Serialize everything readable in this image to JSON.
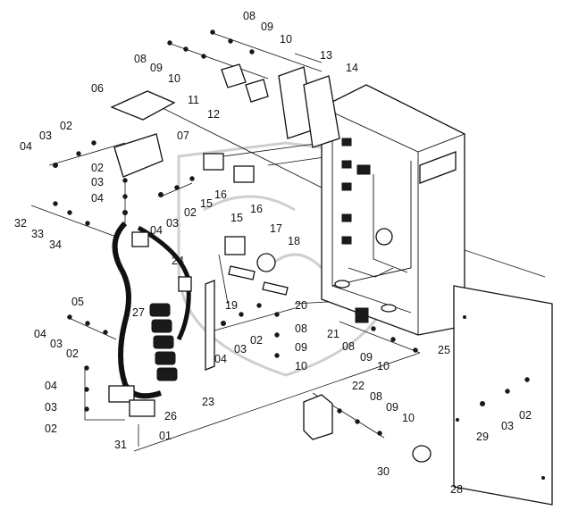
{
  "diagram": {
    "callouts": [
      {
        "id": "c08a",
        "text": "08"
      },
      {
        "id": "c09a",
        "text": "09"
      },
      {
        "id": "c10a",
        "text": "10"
      },
      {
        "id": "c13",
        "text": "13"
      },
      {
        "id": "c14",
        "text": "14"
      },
      {
        "id": "c08b",
        "text": "08"
      },
      {
        "id": "c09b",
        "text": "09"
      },
      {
        "id": "c10b",
        "text": "10"
      },
      {
        "id": "c11",
        "text": "11"
      },
      {
        "id": "c12",
        "text": "12"
      },
      {
        "id": "c06",
        "text": "06"
      },
      {
        "id": "c02a",
        "text": "02"
      },
      {
        "id": "c03a",
        "text": "03"
      },
      {
        "id": "c04a",
        "text": "04"
      },
      {
        "id": "c07",
        "text": "07"
      },
      {
        "id": "c02b",
        "text": "02"
      },
      {
        "id": "c03b",
        "text": "03"
      },
      {
        "id": "c04b",
        "text": "04"
      },
      {
        "id": "c32",
        "text": "32"
      },
      {
        "id": "c33",
        "text": "33"
      },
      {
        "id": "c34",
        "text": "34"
      },
      {
        "id": "c03c",
        "text": "03"
      },
      {
        "id": "c02c",
        "text": "02"
      },
      {
        "id": "c04c",
        "text": "04"
      },
      {
        "id": "c15a",
        "text": "15"
      },
      {
        "id": "c16a",
        "text": "16"
      },
      {
        "id": "c15b",
        "text": "15"
      },
      {
        "id": "c16b",
        "text": "16"
      },
      {
        "id": "c17",
        "text": "17"
      },
      {
        "id": "c18",
        "text": "18"
      },
      {
        "id": "c24",
        "text": "24"
      },
      {
        "id": "c05",
        "text": "05"
      },
      {
        "id": "c27",
        "text": "27"
      },
      {
        "id": "c19",
        "text": "19"
      },
      {
        "id": "c20",
        "text": "20"
      },
      {
        "id": "c04d",
        "text": "04"
      },
      {
        "id": "c03d",
        "text": "03"
      },
      {
        "id": "c02d",
        "text": "02"
      },
      {
        "id": "c03e",
        "text": "03"
      },
      {
        "id": "c02e",
        "text": "02"
      },
      {
        "id": "c04e",
        "text": "04"
      },
      {
        "id": "c08c",
        "text": "08"
      },
      {
        "id": "c09c",
        "text": "09"
      },
      {
        "id": "c10c",
        "text": "10"
      },
      {
        "id": "c21",
        "text": "21"
      },
      {
        "id": "c08d",
        "text": "08"
      },
      {
        "id": "c09d",
        "text": "09"
      },
      {
        "id": "c10d",
        "text": "10"
      },
      {
        "id": "c25",
        "text": "25"
      },
      {
        "id": "c04f",
        "text": "04"
      },
      {
        "id": "c03f",
        "text": "03"
      },
      {
        "id": "c02f",
        "text": "02"
      },
      {
        "id": "c23",
        "text": "23"
      },
      {
        "id": "c26",
        "text": "26"
      },
      {
        "id": "c31",
        "text": "31"
      },
      {
        "id": "c01",
        "text": "01"
      },
      {
        "id": "c22",
        "text": "22"
      },
      {
        "id": "c08e",
        "text": "08"
      },
      {
        "id": "c09e",
        "text": "09"
      },
      {
        "id": "c10e",
        "text": "10"
      },
      {
        "id": "c29",
        "text": "29"
      },
      {
        "id": "c03g",
        "text": "03"
      },
      {
        "id": "c02g",
        "text": "02"
      },
      {
        "id": "c30",
        "text": "30"
      },
      {
        "id": "c28",
        "text": "28"
      }
    ]
  }
}
